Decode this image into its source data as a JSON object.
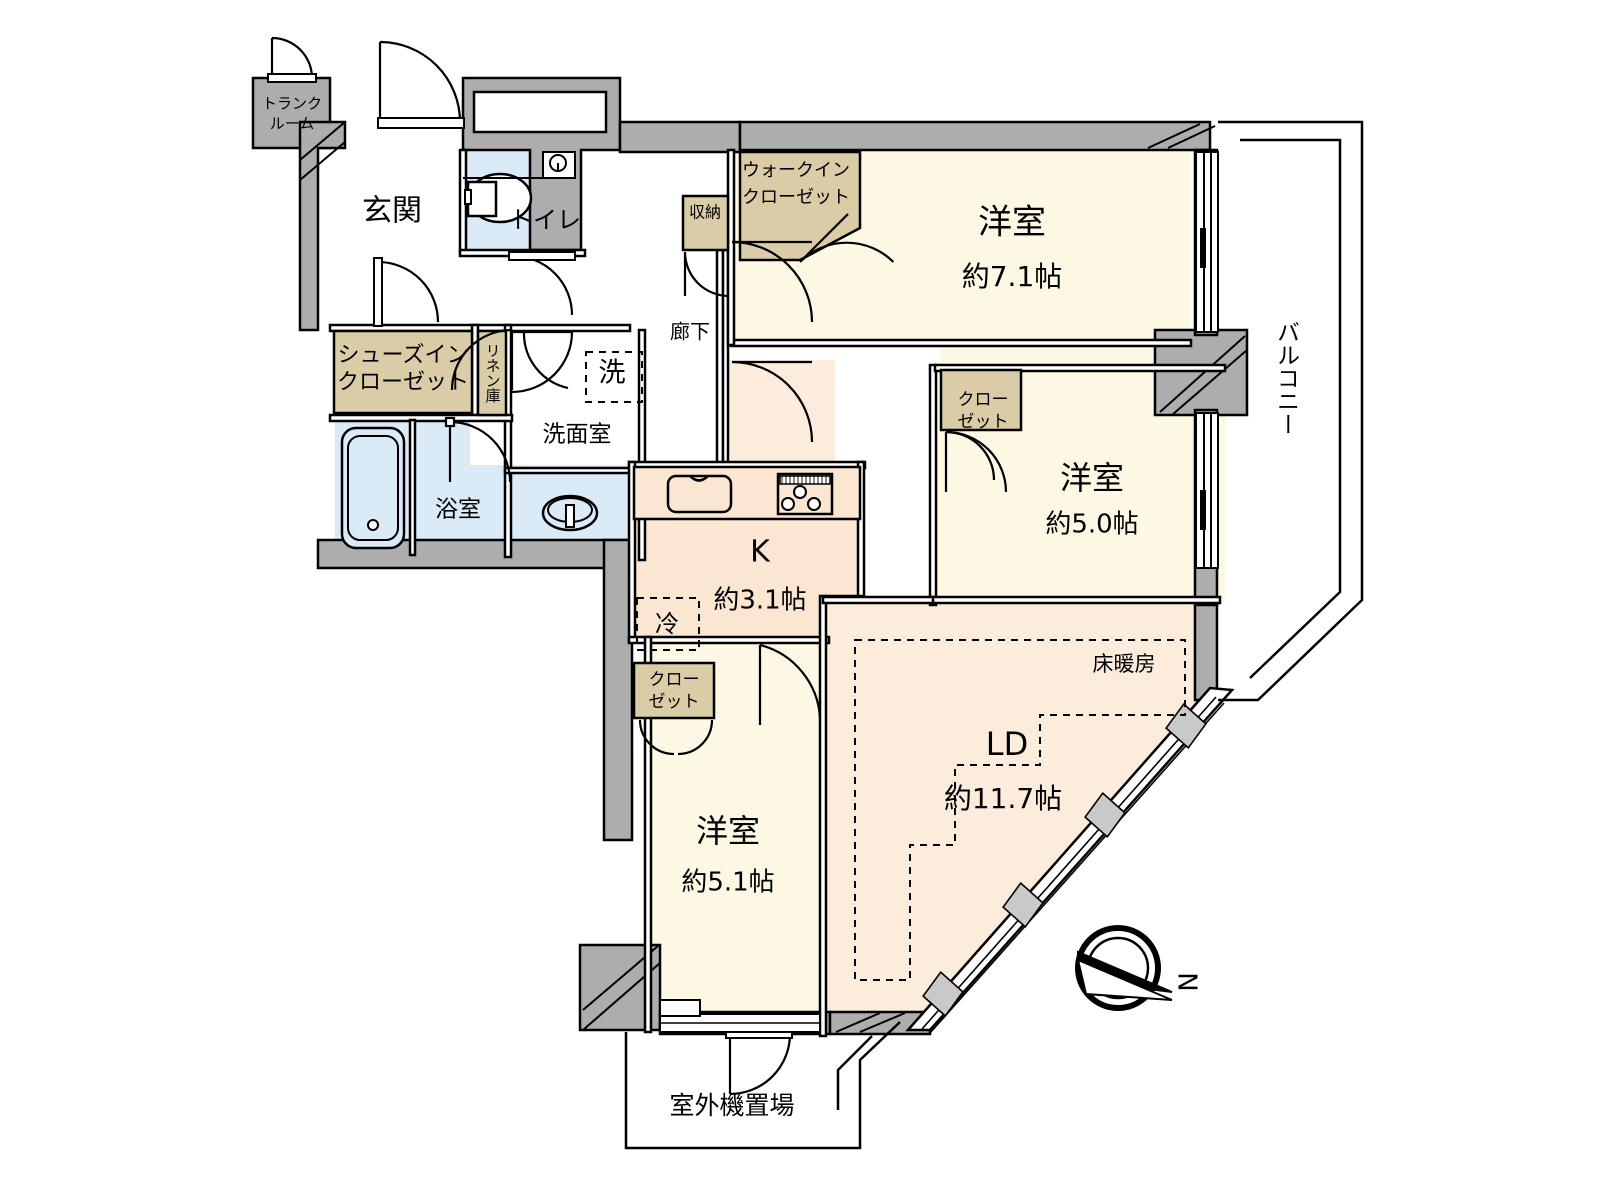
{
  "plan": {
    "type": "japanese-apartment-floor-plan",
    "layout_code": "3LDK",
    "unit": "帖 (jo / tatami)",
    "background": "#ffffff",
    "colors": {
      "wall_fill": "#adadad",
      "wall_stroke": "#000000",
      "room_bedroom": "#fdf8e3",
      "room_ld": "#fcecdb",
      "room_kitchen": "#fbe6d2",
      "room_wet": "#daeaf7",
      "closet": "#d9cca6",
      "white": "#ffffff"
    }
  },
  "rooms": [
    {
      "key": "trunk",
      "label": "トランク\nルーム",
      "line1": "トランク",
      "line2": "ルーム",
      "area": ""
    },
    {
      "key": "genkan",
      "label": "玄関",
      "area": ""
    },
    {
      "key": "toilet",
      "label": "トイレ",
      "area": ""
    },
    {
      "key": "sic",
      "line1": "シューズイン",
      "line2": "クローゼット",
      "area": ""
    },
    {
      "key": "linen",
      "label": "リネン庫",
      "area": ""
    },
    {
      "key": "washroom",
      "label": "洗面室",
      "area": ""
    },
    {
      "key": "washer",
      "label": "洗",
      "area": ""
    },
    {
      "key": "bath",
      "label": "浴室",
      "area": ""
    },
    {
      "key": "corridor",
      "label": "廊下",
      "area": ""
    },
    {
      "key": "storage",
      "label": "収納",
      "area": ""
    },
    {
      "key": "wic",
      "line1": "ウォークイン",
      "line2": "クローゼット",
      "area": ""
    },
    {
      "key": "bedroom1",
      "label": "洋室",
      "area": "約7.1帖"
    },
    {
      "key": "bedroom2",
      "label": "洋室",
      "area": "約5.0帖"
    },
    {
      "key": "bedroom3",
      "label": "洋室",
      "area": "約5.1帖"
    },
    {
      "key": "closet2",
      "line1": "クロー",
      "line2": "ゼット",
      "area": ""
    },
    {
      "key": "closet3",
      "line1": "クロー",
      "line2": "ゼット",
      "area": ""
    },
    {
      "key": "kitchen",
      "label": "K",
      "area": "約3.1帖"
    },
    {
      "key": "fridge",
      "label": "冷",
      "area": ""
    },
    {
      "key": "ld",
      "label": "LD",
      "area": "約11.7帖"
    },
    {
      "key": "floorheat",
      "label": "床暖房",
      "area": ""
    },
    {
      "key": "balcony",
      "label": "バルコニー",
      "area": ""
    },
    {
      "key": "outdoor",
      "label": "室外機置場",
      "area": ""
    }
  ],
  "labels": {
    "trunk_l1": "トランク",
    "trunk_l2": "ルーム",
    "genkan": "玄関",
    "toilet": "トイレ",
    "sic_l1": "シューズイン",
    "sic_l2": "クローゼット",
    "linen": "リネン庫",
    "washroom": "洗面室",
    "washer": "洗",
    "bath": "浴室",
    "corridor": "廊下",
    "storage": "収納",
    "wic_l1": "ウォークイン",
    "wic_l2": "クローゼット",
    "bedroom1_name": "洋室",
    "bedroom1_area": "約7.1帖",
    "bedroom2_name": "洋室",
    "bedroom2_area": "約5.0帖",
    "bedroom3_name": "洋室",
    "bedroom3_area": "約5.1帖",
    "closet2_l1": "クロー",
    "closet2_l2": "ゼット",
    "closet3_l1": "クロー",
    "closet3_l2": "ゼット",
    "kitchen_name": "K",
    "kitchen_area": "約3.1帖",
    "fridge": "冷",
    "ld_name": "LD",
    "ld_area": "約11.7帖",
    "floorheat": "床暖房",
    "balcony": "バルコニー",
    "outdoor": "室外機置場",
    "compass_north": "N"
  }
}
